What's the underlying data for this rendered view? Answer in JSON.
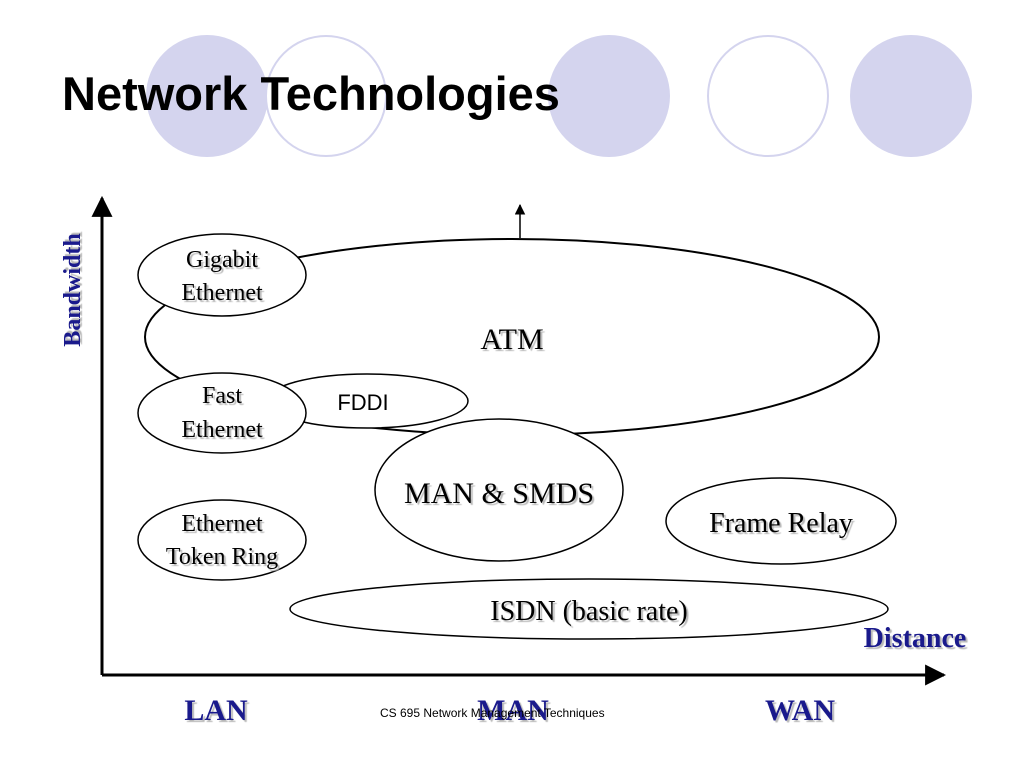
{
  "slide": {
    "title": "Network Technologies",
    "footer": "CS 695 Network Management Techniques"
  },
  "axes": {
    "y_label": "Bandwidth",
    "x_label": "Distance",
    "x_ticks": [
      "LAN",
      "MAN",
      "WAN"
    ]
  },
  "technologies": {
    "gigabit_ethernet": [
      "Gigabit",
      "Ethernet"
    ],
    "atm": "ATM",
    "fast_ethernet": [
      "Fast",
      "Ethernet"
    ],
    "fddi": "FDDI",
    "man_smds": "MAN & SMDS",
    "frame_relay": "Frame Relay",
    "ethernet_token_ring": [
      "Ethernet",
      "Token Ring"
    ],
    "isdn": "ISDN (basic rate)"
  },
  "colors": {
    "accent_circle": "#d4d4ee",
    "circle_outline": "#d4d4ee",
    "axis_label": "#1a1a8c"
  }
}
